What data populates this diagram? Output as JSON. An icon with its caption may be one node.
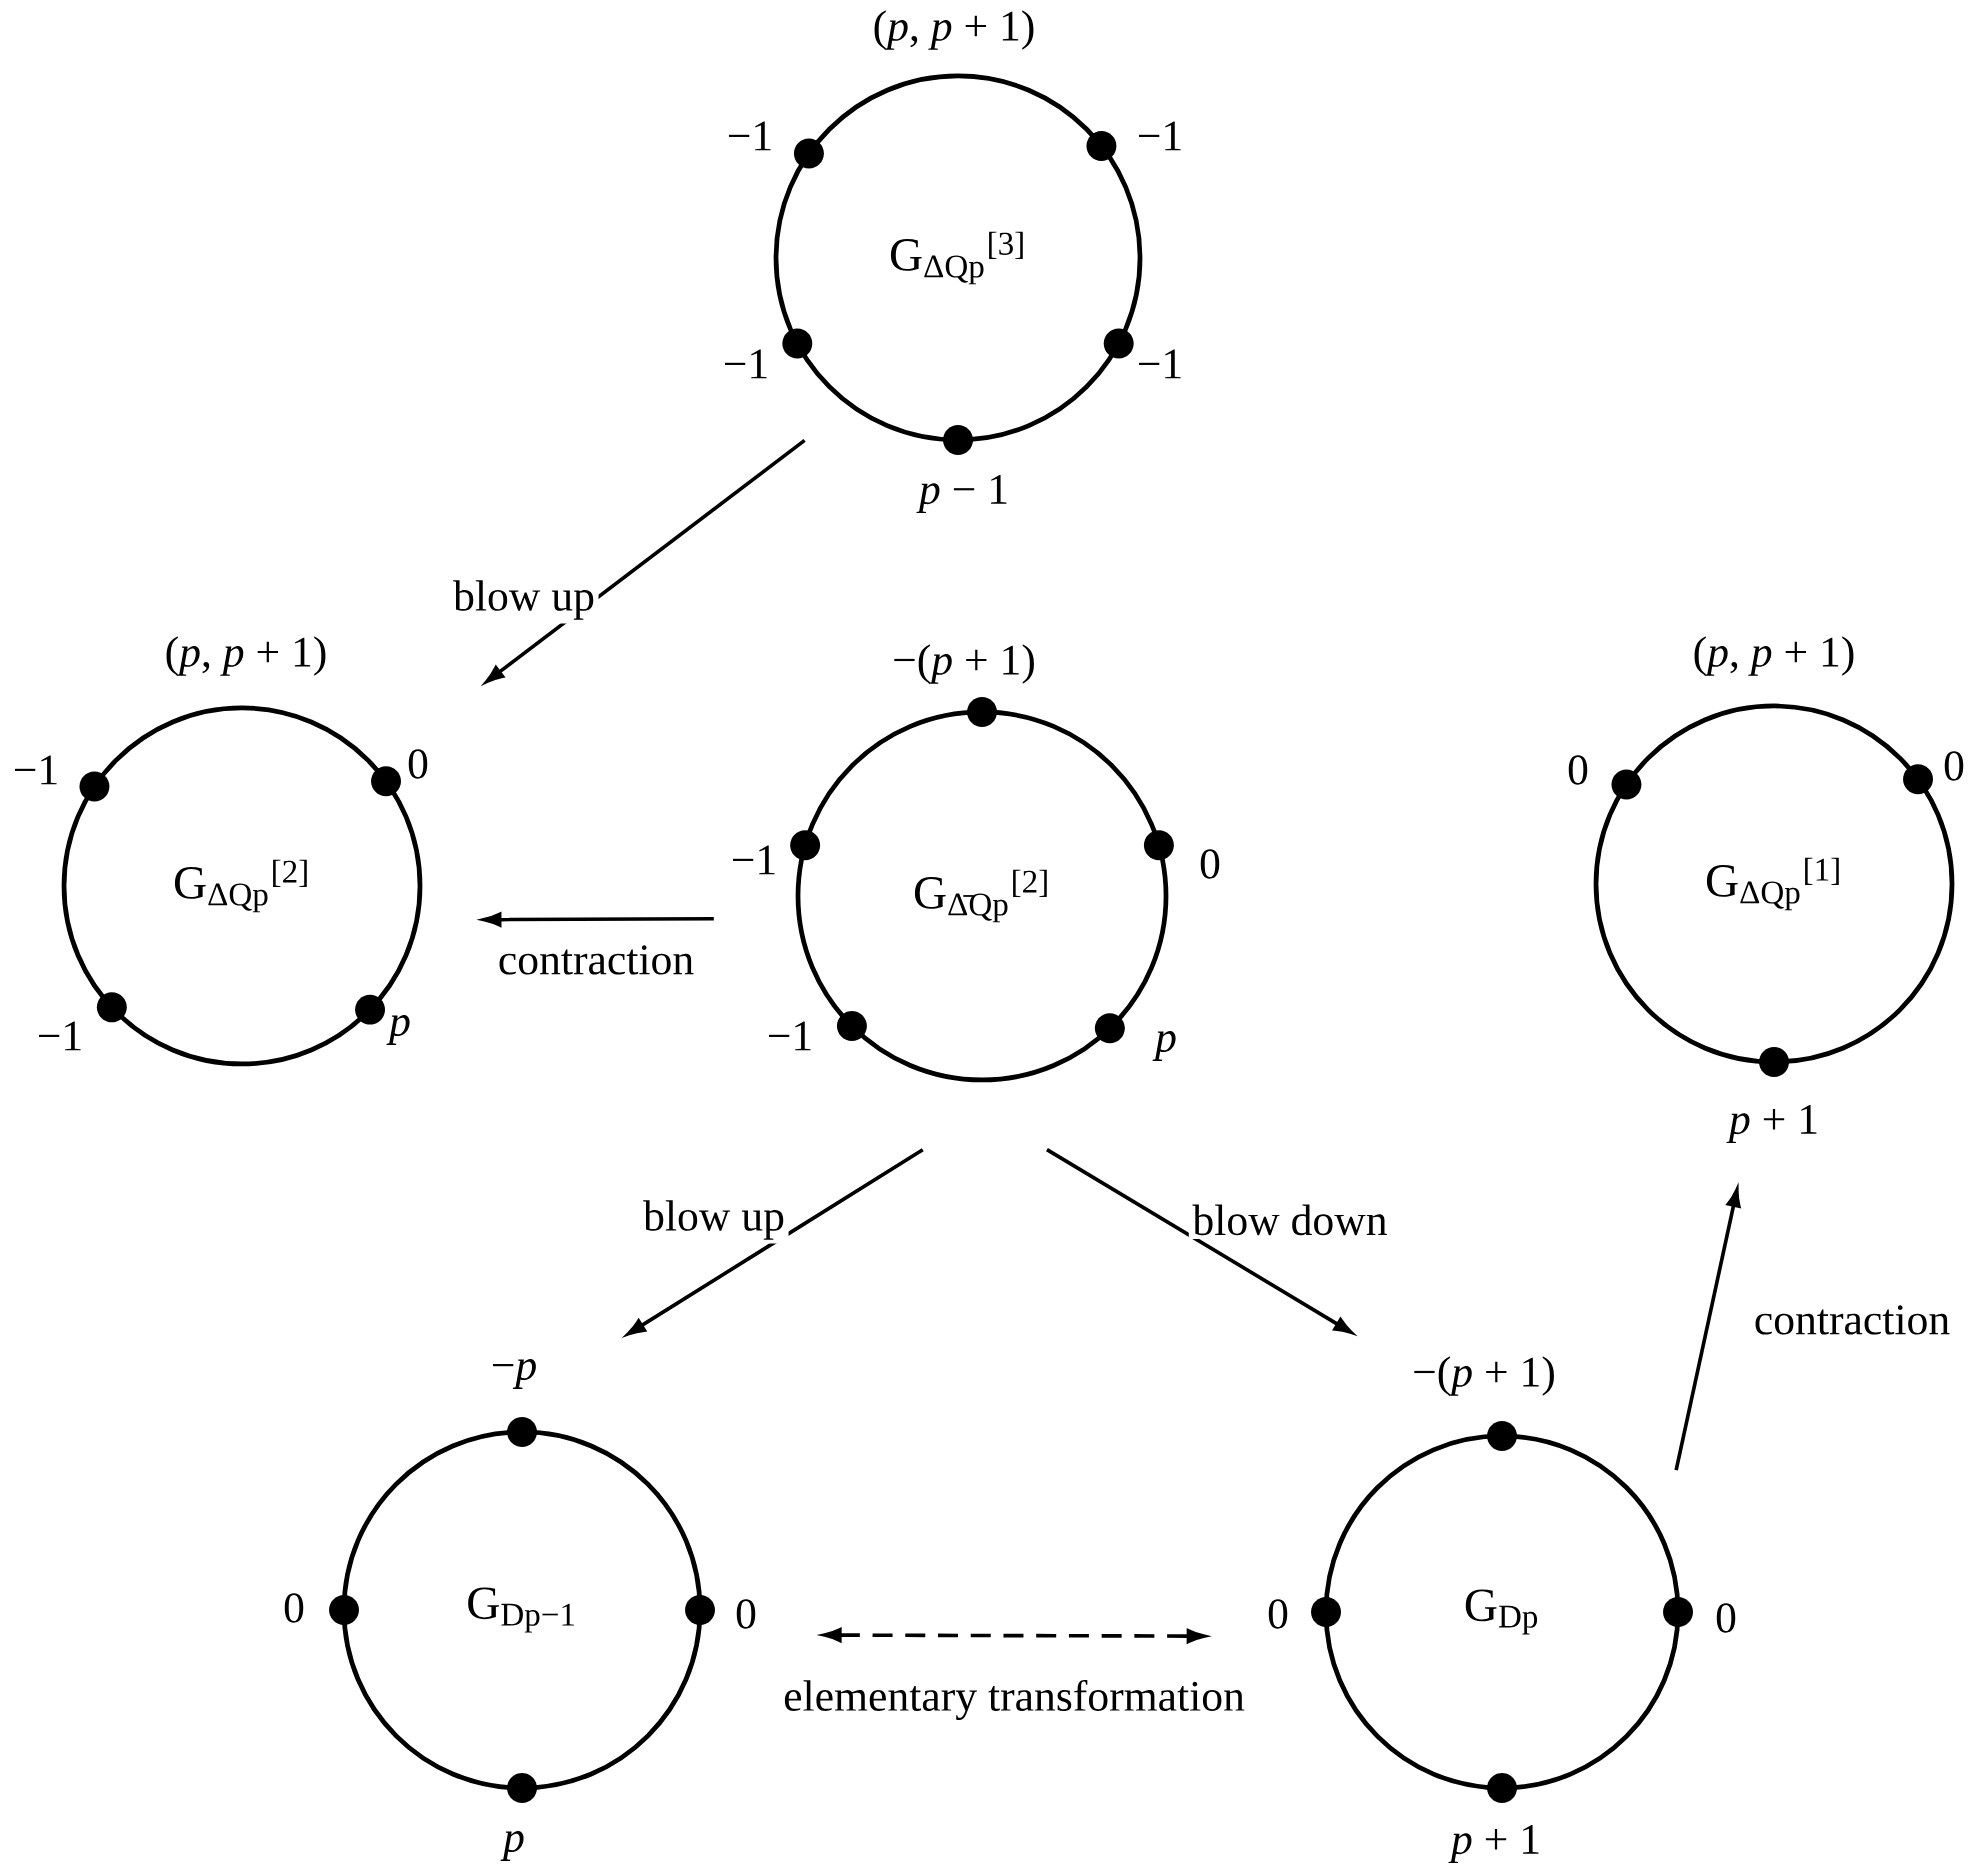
{
  "diagram": {
    "nodes": [
      {
        "text": [
          "G$_{ΔQp}$$^{[3]}$"
        ],
        "beside": [
          "(*p*, *p* + 1)",
          "−1",
          "−1",
          "−1",
          "−1",
          "*p* − 1"
        ]
      },
      {
        "text": [
          "G$_{ΔQp}$$^{[2]}$"
        ],
        "beside": [
          "(*p*, *p* + 1)",
          "−1",
          "0",
          "−1",
          "*p*"
        ]
      },
      {
        "text": [
          "G$_{Δ̄Qp}$$^{[2]}$"
        ],
        "beside": [
          "−(*p* + 1)",
          "−1",
          "0",
          "−1",
          "*p*"
        ]
      },
      {
        "text": [
          "G$_{ΔQp}$$^{[1]}$"
        ],
        "beside": [
          "(*p*, *p* + 1)",
          "0",
          "0",
          "*p* + 1"
        ]
      },
      {
        "text": [
          "G$_{Dp−1}$"
        ],
        "beside": [
          "−*p*",
          "0",
          "0",
          "*p*"
        ]
      },
      {
        "text": [
          "G$_{Dp}$"
        ],
        "beside": [
          "−(*p* + 1)",
          "0",
          "0",
          "*p* + 1"
        ]
      }
    ],
    "edges": [
      {
        "from": 0,
        "to": 1,
        "arrow": "to",
        "label": "blow up"
      },
      {
        "from": 2,
        "to": 1,
        "arrow": "to",
        "label": "contraction"
      },
      {
        "from": 2,
        "to": 4,
        "arrow": "to",
        "label": "blow up"
      },
      {
        "from": 2,
        "to": 5,
        "arrow": "to",
        "label": "blow down"
      },
      {
        "from": 5,
        "to": 3,
        "arrow": "to",
        "label": "contraction"
      },
      {
        "from": 4,
        "to": 5,
        "arrow": "both",
        "label": "elementary transformation",
        "style": "dashed"
      }
    ]
  }
}
